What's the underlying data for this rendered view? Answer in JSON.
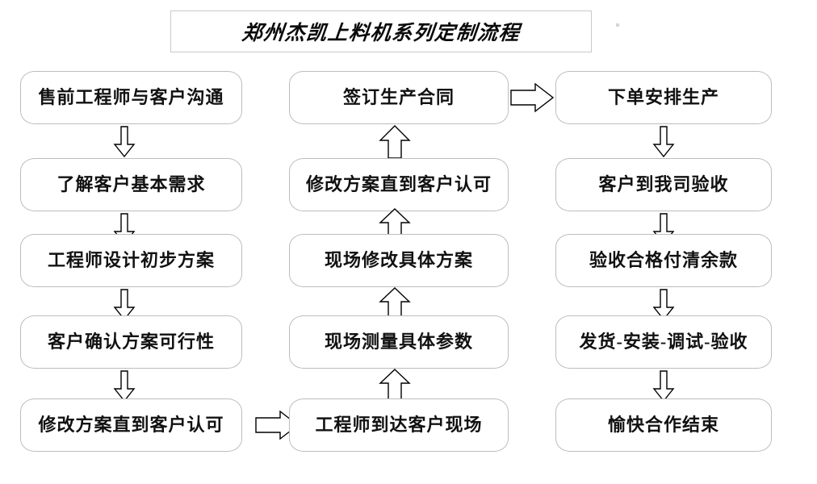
{
  "title": {
    "text": "郑州杰凯上料机系列定制流程"
  },
  "flow": {
    "columns": [
      {
        "name": "column-1",
        "direction": "down",
        "nodes": [
          {
            "label": "售前工程师与客户沟通"
          },
          {
            "label": "了解客户基本需求"
          },
          {
            "label": "工程师设计初步方案"
          },
          {
            "label": "客户确认方案可行性"
          },
          {
            "label": "修改方案直到客户认可"
          }
        ]
      },
      {
        "name": "column-2",
        "direction": "up",
        "nodes": [
          {
            "label": "签订生产合同"
          },
          {
            "label": "修改方案直到客户认可"
          },
          {
            "label": "现场修改具体方案"
          },
          {
            "label": "现场测量具体参数"
          },
          {
            "label": "工程师到达客户现场"
          }
        ]
      },
      {
        "name": "column-3",
        "direction": "down",
        "nodes": [
          {
            "label": "下单安排生产"
          },
          {
            "label": "客户到我司验收"
          },
          {
            "label": "验收合格付清余款"
          },
          {
            "label": "发货-安装-调试-验收"
          },
          {
            "label": "愉快合作结束"
          }
        ]
      }
    ],
    "connectors": [
      {
        "name": "connector-col1-to-col2",
        "kind": "arrow-right"
      },
      {
        "name": "connector-col2-to-col3",
        "kind": "arrow-right"
      }
    ]
  },
  "colors": {
    "box_border": "#bdbdbd",
    "title_border": "#c9c9c9",
    "text": "#111111",
    "arrow_stroke": "#000000",
    "background": "#ffffff"
  }
}
